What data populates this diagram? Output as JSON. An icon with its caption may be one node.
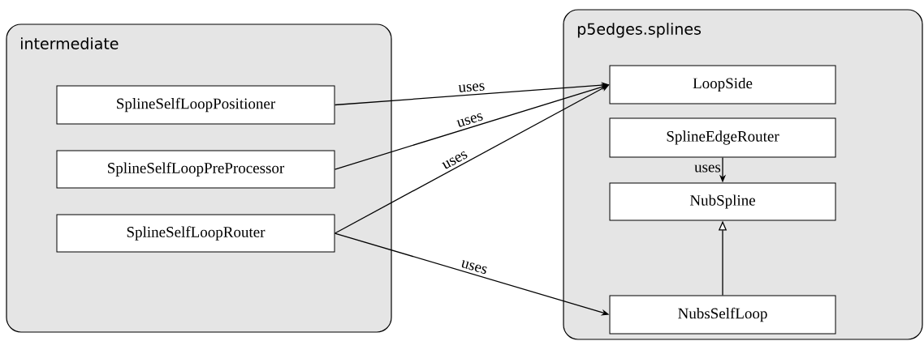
{
  "diagram": {
    "nodes": [
      {
        "text": [
          "intermediate"
        ]
      },
      {
        "text": [
          "SplineSelfLoopPositioner"
        ],
        "in": 0
      },
      {
        "text": [
          "SplineSelfLoopPreProcessor"
        ],
        "in": 0
      },
      {
        "text": [
          "SplineSelfLoopRouter"
        ],
        "in": 0
      },
      {
        "text": [
          "p5edges.splines"
        ]
      },
      {
        "text": [
          "LoopSide"
        ],
        "in": 4
      },
      {
        "text": [
          "SplineEdgeRouter"
        ],
        "in": 4
      },
      {
        "text": [
          "NubSpline"
        ],
        "in": 4
      },
      {
        "text": [
          "NubsSelfLoop"
        ],
        "in": 4
      }
    ],
    "edges": [
      {
        "from": 1,
        "to": 5,
        "arrow": "to",
        "label": "uses"
      },
      {
        "from": 2,
        "to": 5,
        "arrow": "to",
        "label": "uses"
      },
      {
        "from": 3,
        "to": 5,
        "arrow": "to",
        "label": "uses"
      },
      {
        "from": 3,
        "to": 8,
        "arrow": "to",
        "label": "uses"
      },
      {
        "from": 6,
        "to": 7,
        "arrow": "to",
        "label": "uses"
      },
      {
        "from": 8,
        "to": 7,
        "arrow": "to"
      }
    ]
  }
}
